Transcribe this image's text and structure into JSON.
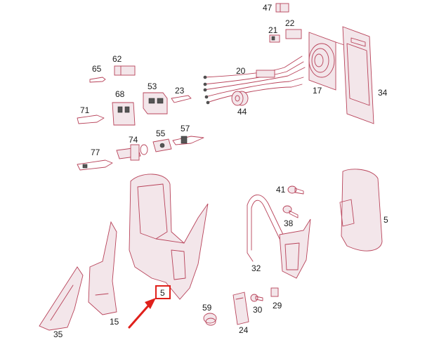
{
  "labels": {
    "p47": "47",
    "p22": "22",
    "p21": "21",
    "p62": "62",
    "p65": "65",
    "p20": "20",
    "p17": "17",
    "p34": "34",
    "p53": "53",
    "p68": "68",
    "p23": "23",
    "p44": "44",
    "p71": "71",
    "p74": "74",
    "p55": "55",
    "p57": "57",
    "p77": "77",
    "p41": "41",
    "p38": "38",
    "p5r": "5",
    "p32": "32",
    "p30": "30",
    "p29": "29",
    "p59": "59",
    "p24": "24",
    "p15": "15",
    "p35": "35",
    "p5c": "5"
  },
  "colors": {
    "lines": "#b8435a",
    "callout": "#e0201b",
    "arrow": "#e0201b"
  },
  "callout": {
    "target_label": "5"
  }
}
